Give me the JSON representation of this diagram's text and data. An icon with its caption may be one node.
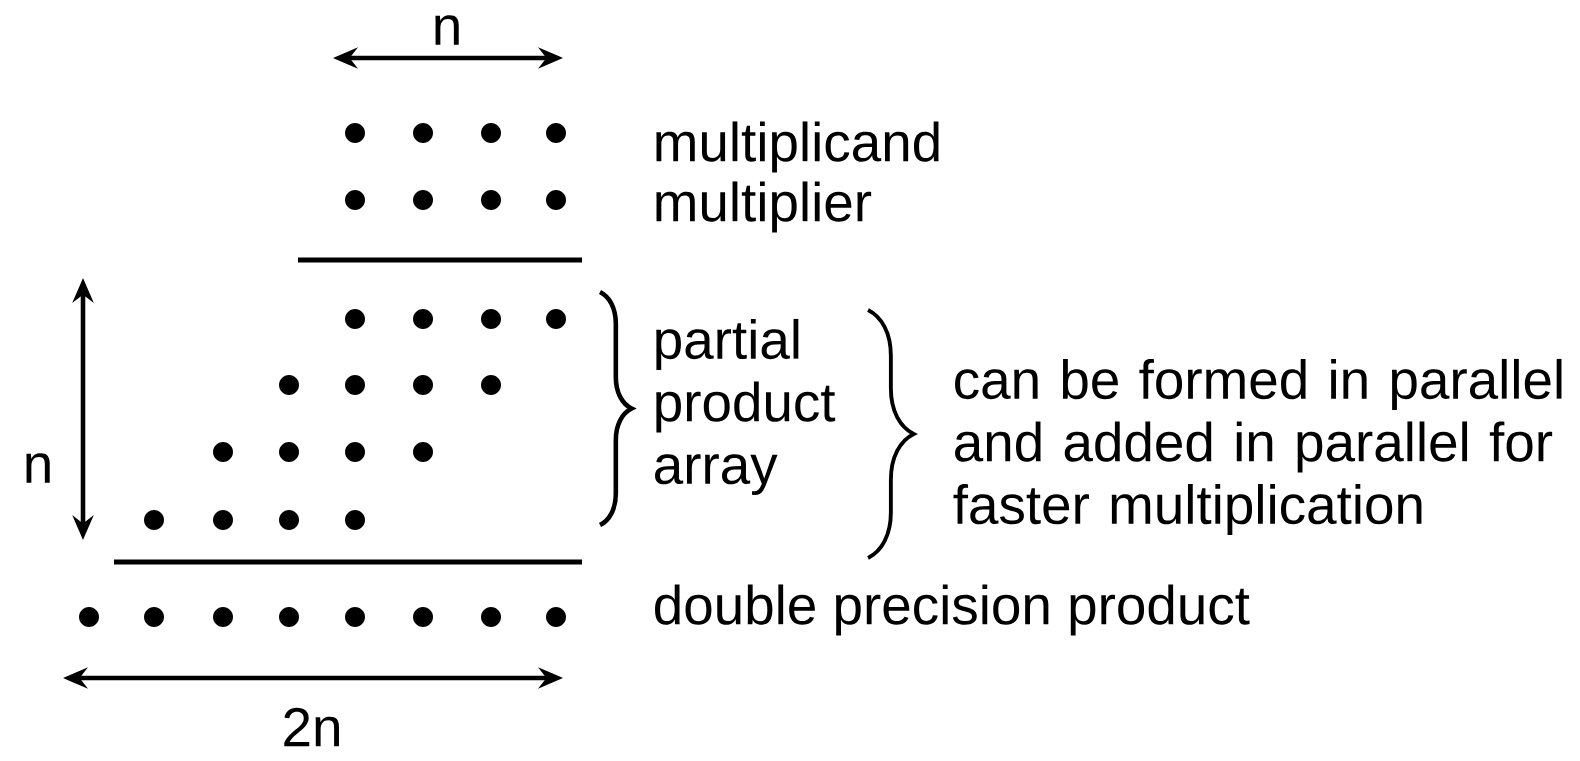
{
  "diagram": {
    "labels": [
      "n",
      "multiplicand",
      "multiplier",
      "partial product array",
      "n",
      "can be formed in parallel and added in parallel for faster multiplication",
      "double precision product",
      "2n"
    ]
  }
}
